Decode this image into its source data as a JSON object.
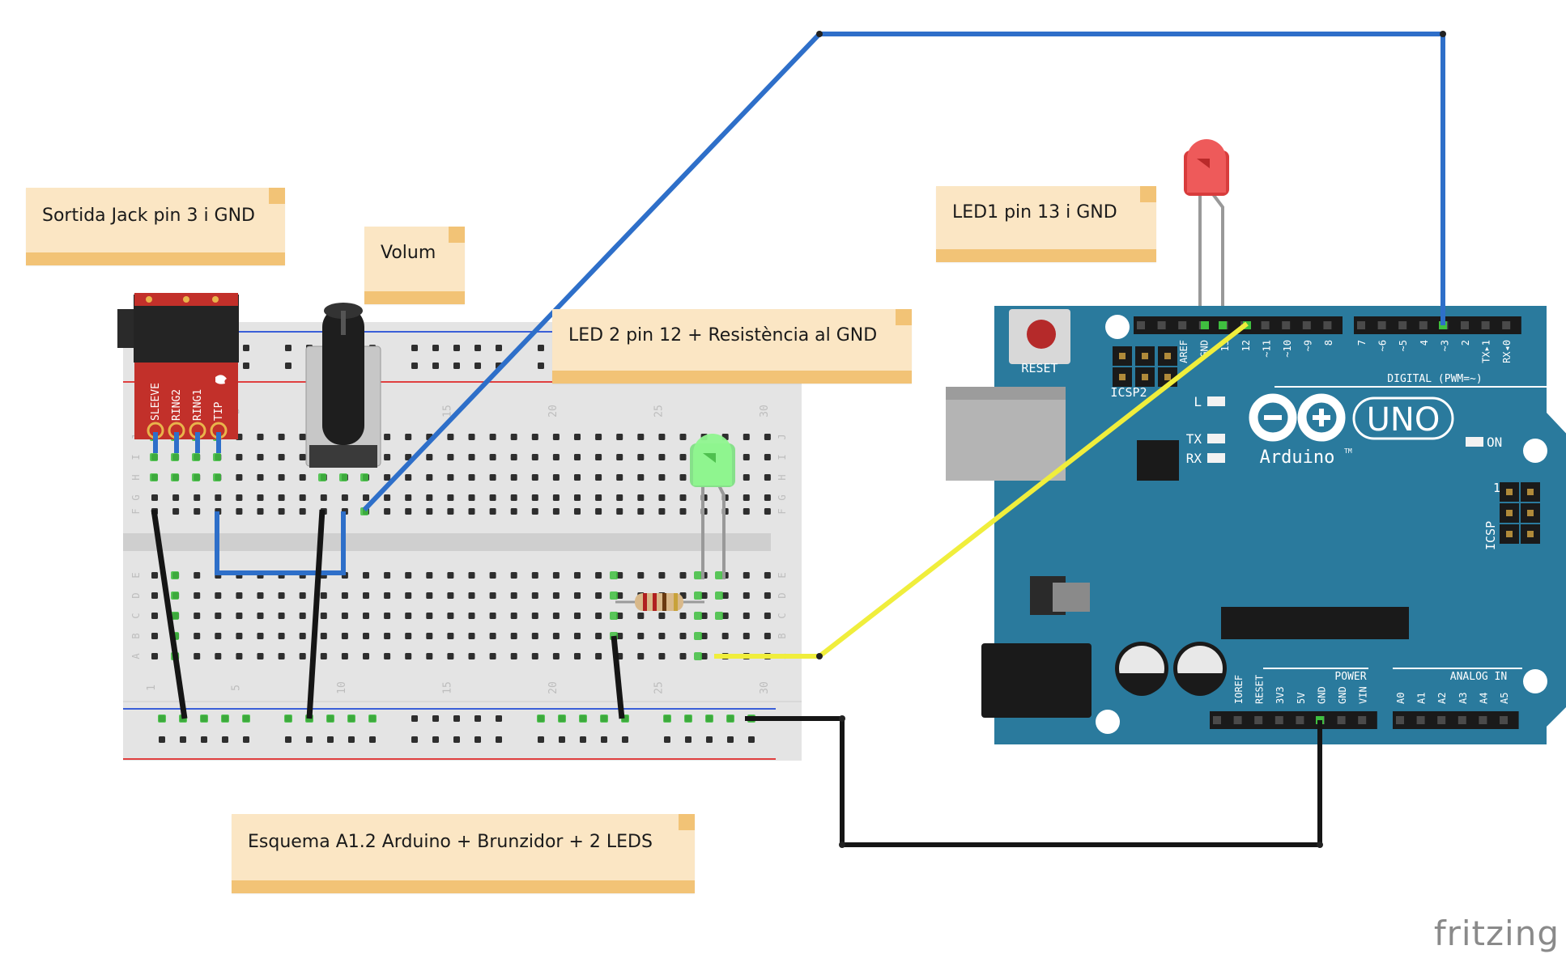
{
  "notes": {
    "jack": "Sortida Jack pin 3 i GND",
    "volum": "Volum",
    "led2": "LED 2 pin 12 + Resistència al GND",
    "led1": "LED1  pin 13 i GND",
    "title": "Esquema A1.2 Arduino + Brunzidor + 2 LEDS"
  },
  "breadboard": {
    "col_numbers": [
      "1",
      "5",
      "10",
      "15",
      "20",
      "25",
      "30"
    ],
    "row_letters_top": [
      "J",
      "I",
      "H",
      "G",
      "F"
    ],
    "row_letters_bottom": [
      "E",
      "D",
      "C",
      "B",
      "A"
    ]
  },
  "jack_module": {
    "pins": [
      "SLEEVE",
      "RING2",
      "RING1",
      "TIP"
    ]
  },
  "arduino": {
    "reset_label": "RESET",
    "icsp2_label": "ICSP2",
    "icsp_label": "ICSP",
    "icsp_pin1": "1",
    "brand": "Arduino",
    "tm": "TM",
    "model": "UNO",
    "led_l": "L",
    "led_tx": "TX",
    "led_rx": "RX",
    "led_on": "ON",
    "digital_header": "DIGITAL (PWM=~)",
    "power_header": "POWER",
    "analog_header": "ANALOG IN",
    "digital_pins_left": [
      "AREF",
      "GND",
      "13",
      "12",
      "~11",
      "~10",
      "~9",
      "8"
    ],
    "digital_pins_right": [
      "7",
      "~6",
      "~5",
      "4",
      "~3",
      "2",
      "TX▸1",
      "RX◂0"
    ],
    "power_pins": [
      "IOREF",
      "RESET",
      "3V3",
      "5V",
      "GND",
      "GND",
      "VIN"
    ],
    "analog_pins": [
      "A0",
      "A1",
      "A2",
      "A3",
      "A4",
      "A5"
    ]
  },
  "wire_colors": {
    "blue": "#2e6fc9",
    "black": "#151515",
    "yellow": "#f0ee3c",
    "led_green": "#7ef07e",
    "led_red": "#e83a3a",
    "board": "#2a7a9d"
  },
  "watermark": "fritzing"
}
